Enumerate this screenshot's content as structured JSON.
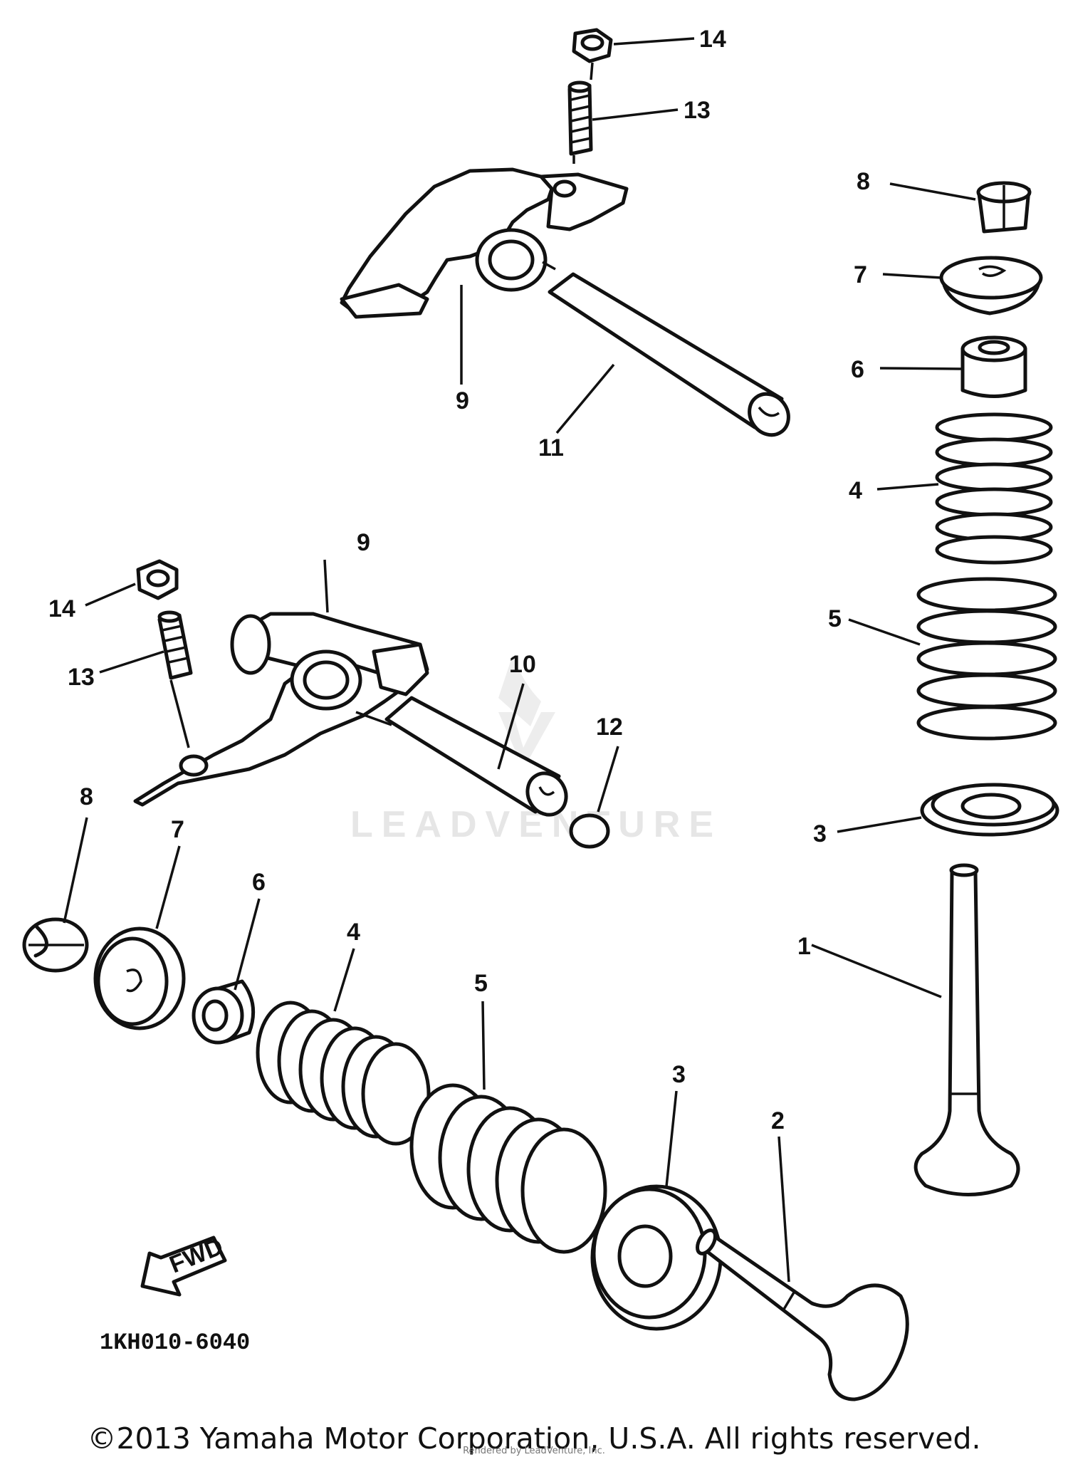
{
  "callouts": {
    "top": {
      "c14": "14",
      "c13": "13",
      "c9": "9",
      "c11": "11"
    },
    "right": {
      "c8": "8",
      "c7": "7",
      "c6": "6",
      "c4": "4",
      "c5": "5",
      "c3": "3",
      "c1": "1"
    },
    "middle": {
      "c9": "9",
      "c14": "14",
      "c13": "13",
      "c10": "10",
      "c12": "12"
    },
    "bottom": {
      "c8": "8",
      "c7": "7",
      "c6": "6",
      "c4": "4",
      "c5": "5",
      "c3": "3",
      "c2": "2"
    }
  },
  "fwd_label": "FWD",
  "diagram_code": "1KH010-6040",
  "watermark": "LEADVENTURE",
  "copyright": "©2013 Yamaha Motor Corporation, U.S.A. All rights reserved.",
  "rendered_by": "Rendered by LeadVenture, Inc."
}
